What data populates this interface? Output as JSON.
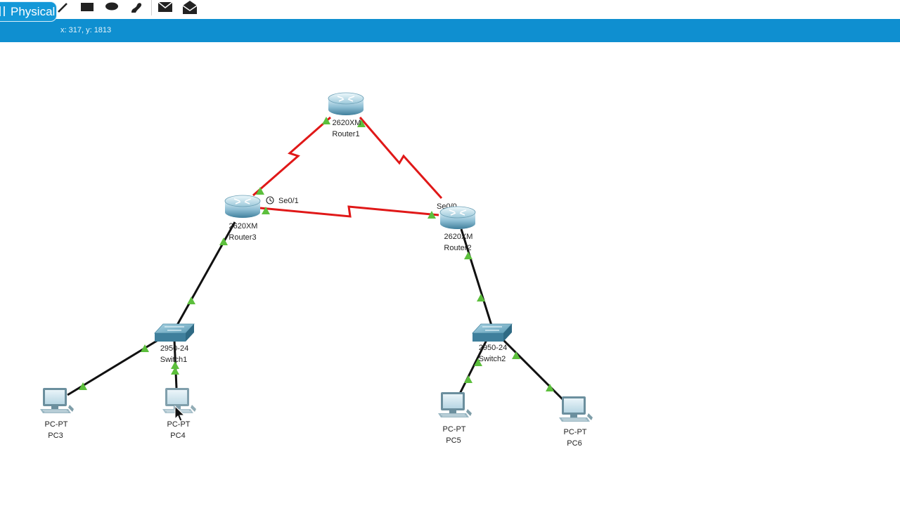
{
  "toolbar": {
    "buttons": [
      {
        "name": "select-tool",
        "icon": "marquee-select-icon"
      },
      {
        "name": "note-tool",
        "icon": "note-icon"
      },
      {
        "name": "line-tool",
        "icon": "line-draw-icon"
      },
      {
        "name": "rectangle-tool",
        "icon": "rectangle-icon"
      },
      {
        "name": "ellipse-tool",
        "icon": "ellipse-icon"
      },
      {
        "name": "freeform-tool",
        "icon": "freeform-draw-icon"
      },
      {
        "name": "add-simple-pdu",
        "icon": "closed-envelope-icon"
      },
      {
        "name": "add-complex-pdu",
        "icon": "open-envelope-icon"
      }
    ]
  },
  "modebar": {
    "tab_label": "Physical",
    "coords": "x: 317, y: 1813",
    "color": "#0f8fd0"
  },
  "topology": {
    "devices": [
      {
        "id": "router1",
        "model": "2620XM",
        "name": "Router1",
        "type": "router"
      },
      {
        "id": "router3",
        "model": "2620XM",
        "name": "Router3",
        "type": "router"
      },
      {
        "id": "router2",
        "model": "2620XM",
        "name": "Router2",
        "type": "router"
      },
      {
        "id": "switch1",
        "model": "2950-24",
        "name": "Switch1",
        "type": "switch"
      },
      {
        "id": "switch2",
        "model": "2950-24",
        "name": "Switch2",
        "type": "switch"
      },
      {
        "id": "pc3",
        "model": "PC-PT",
        "name": "PC3",
        "type": "pc"
      },
      {
        "id": "pc4",
        "model": "PC-PT",
        "name": "PC4",
        "type": "pc"
      },
      {
        "id": "pc5",
        "model": "PC-PT",
        "name": "PC5",
        "type": "pc"
      },
      {
        "id": "pc6",
        "model": "PC-PT",
        "name": "PC6",
        "type": "pc"
      }
    ],
    "links": [
      {
        "from": "router1",
        "to": "router3",
        "kind": "serial",
        "color": "#e01818"
      },
      {
        "from": "router1",
        "to": "router2",
        "kind": "serial",
        "color": "#e01818"
      },
      {
        "from": "router3",
        "to": "router2",
        "kind": "serial",
        "color": "#e01818"
      },
      {
        "from": "router3",
        "to": "switch1",
        "kind": "copper",
        "color": "#111111"
      },
      {
        "from": "router2",
        "to": "switch2",
        "kind": "copper",
        "color": "#111111"
      },
      {
        "from": "switch1",
        "to": "pc3",
        "kind": "copper",
        "color": "#111111"
      },
      {
        "from": "switch1",
        "to": "pc4",
        "kind": "copper",
        "color": "#111111"
      },
      {
        "from": "switch2",
        "to": "pc5",
        "kind": "copper",
        "color": "#111111"
      },
      {
        "from": "switch2",
        "to": "pc6",
        "kind": "copper",
        "color": "#111111"
      }
    ],
    "port_labels": {
      "router3_serial": "Se0/1",
      "router2_serial": "Se0/0"
    },
    "link_up_color": "#5cbf3c"
  }
}
